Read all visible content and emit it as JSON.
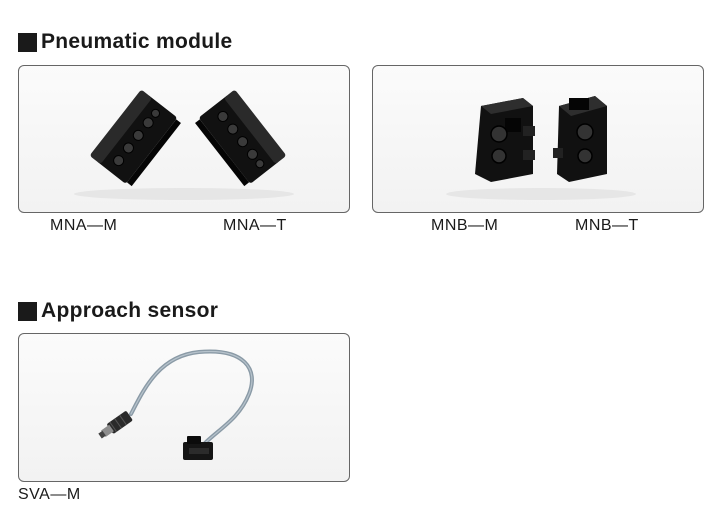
{
  "sections": [
    {
      "title": "Pneumatic module",
      "panels": [
        {
          "captions": [
            "MNA—M",
            "MNA—T"
          ]
        },
        {
          "captions": [
            "MNB—M",
            "MNB—T"
          ]
        }
      ]
    },
    {
      "title": "Approach sensor",
      "panels": [
        {
          "captions": [
            "SVA—M"
          ]
        }
      ]
    }
  ],
  "colors": {
    "part_black": "#111111",
    "cable_gray": "#8a9aa6",
    "frame_border": "#666666"
  },
  "icons": [
    "section-bullet-icon"
  ]
}
